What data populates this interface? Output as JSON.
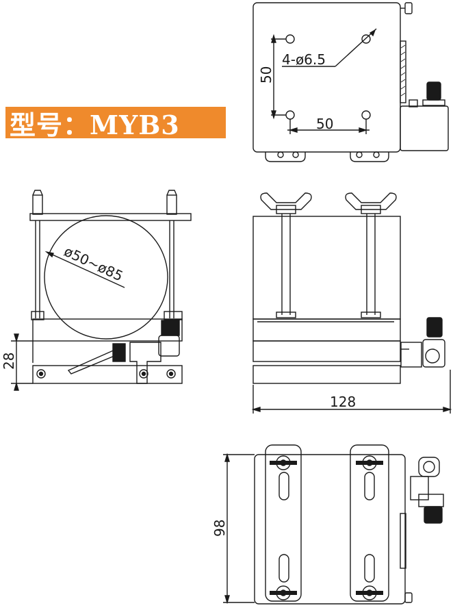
{
  "model_label": "型号：MYB3",
  "top_view": {
    "hole_callout": "4-ø6.5",
    "height_dim": "50",
    "width_dim": "50"
  },
  "front_view": {
    "diameter_callout": "ø50~ø85",
    "height_dim": "28"
  },
  "side_view": {
    "width_dim": "128"
  },
  "bottom_view": {
    "height_dim": "98"
  },
  "colors": {
    "badge_bg": "#ef8a2c",
    "badge_text": "#ffffff",
    "line": "#1a1a1a"
  }
}
